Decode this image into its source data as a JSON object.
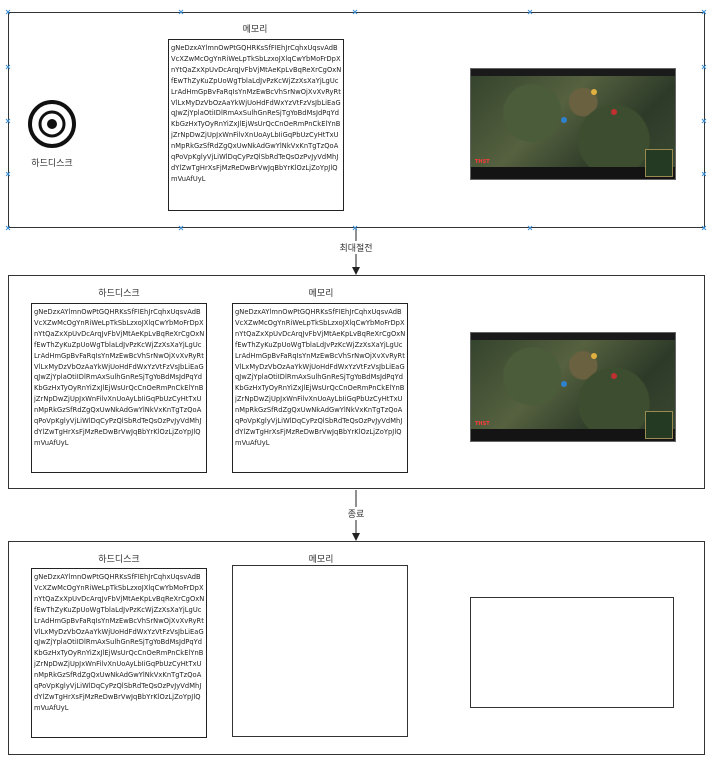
{
  "memory_text": "gNeDzxAYlmnOwPtGQHRKsSfFIEhJrCqhxUqsvAdBVcXZwMcOgYnRiWeLpTkSbLzxoJXlqCwYbMoFrDpXnYtQaZxXpUvDcArqJvFbVjMtAeKpLvBqReXrCgOxNfEwThZyKuZpUoWgTblaLdJvPzKcWjZzXsXaYjLgUcLrAdHmGpBvFaRqIsYnMzEwBcVhSrNwOjXvXvRyRtVlLxMyDzVbOzAaYkWjUoHdFdWxYzVtFzVsJbLiEaGqJwZjYplaOtiIDlRmAxSulhGnReSjTgYoBdMsJdPqYdKbGzHxTyOyRnYiZxJlEjWsUrQcCnOeRmPnCkElYnBjZrNpDwZjUpJxWnFilvXnUoAyLbIiGqPbUzCyHtTxUnMpRkGzSfRdZgQxUwNkAdGwYlNkVxKnTgTzQoAqPoVpKglyVjLiWlDqCyPzQlSbRdTeQsOzPvJyVdMhJdYlZwTgHrXsFjMzReDwBrVwJqBbYrKlOzLjZoYpJlQmVuAfUyL",
  "top_panel": {
    "memory_label": "메모리",
    "hdd_label": "하드디스크"
  },
  "arrow1_label": "최대절전",
  "mid_panel": {
    "hdd_label": "하드디스크",
    "memory_label": "메모리"
  },
  "arrow2_label": "종료",
  "bottom_panel": {
    "hdd_label": "하드디스크",
    "memory_label": "메모리"
  },
  "screenshot": {
    "status_tag": "THST"
  },
  "colors": {
    "accent_handle": "#3a8fd6",
    "border": "#333333"
  }
}
